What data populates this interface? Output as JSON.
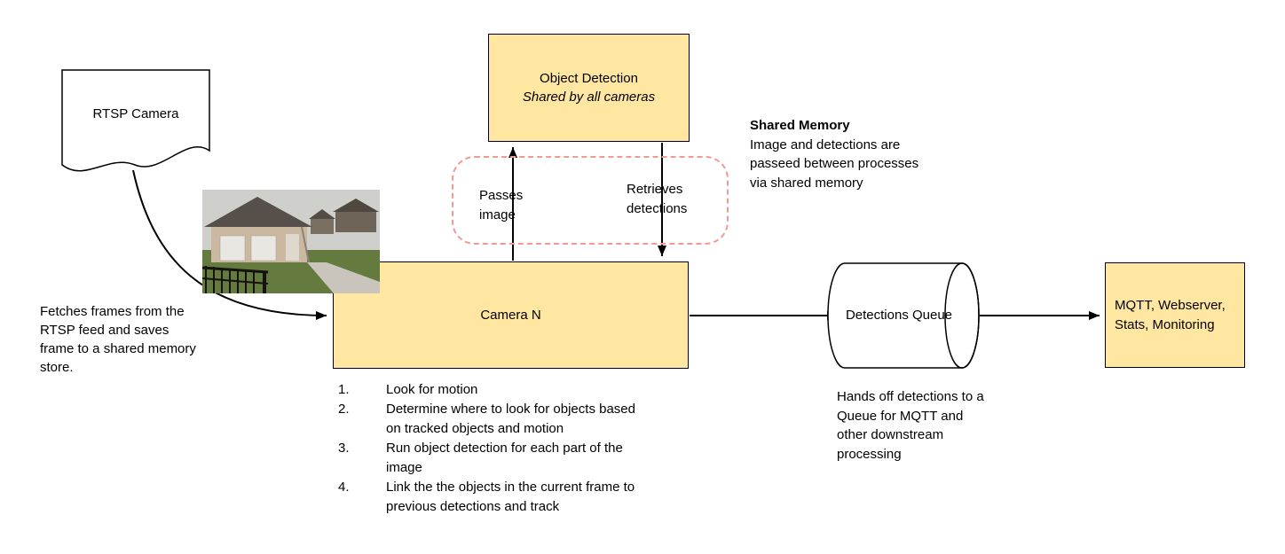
{
  "colors": {
    "node_fill": "#ffe6a1",
    "node_border": "#000000",
    "shared_memory_outline": "#f19a92",
    "arrow": "#000000"
  },
  "nodes": {
    "rtsp_camera": {
      "label": "RTSP Camera"
    },
    "object_detection": {
      "title": "Object Detection",
      "subtitle": "Shared by all cameras"
    },
    "camera_n": {
      "label": "Camera N"
    },
    "detections_queue": {
      "label": "Detections Queue"
    },
    "outputs": {
      "label": "MQTT, Webserver, Stats, Monitoring"
    }
  },
  "edge_labels": {
    "passes_image": "Passes image",
    "retrieves_detections": "Retrieves detections"
  },
  "annotations": {
    "shared_memory_title": "Shared Memory",
    "shared_memory_body": "Image and detections are passeed between processes via shared memory",
    "fetch_note": "Fetches frames from the RTSP feed and saves frame to a shared memory store.",
    "queue_note": "Hands off detections to a Queue for MQTT and other downstream processing"
  },
  "camera_steps": [
    {
      "num": "1.",
      "text": "Look for motion"
    },
    {
      "num": "2.",
      "text": "Determine where to look for objects based on tracked objects and motion"
    },
    {
      "num": "3.",
      "text": "Run object detection for each part of the image"
    },
    {
      "num": "4.",
      "text": "Link the the objects in the current frame to previous detections and track"
    }
  ],
  "camera_snapshot": {
    "alt": "security camera snapshot of garage, lawn, sidewalk and metal fence"
  }
}
